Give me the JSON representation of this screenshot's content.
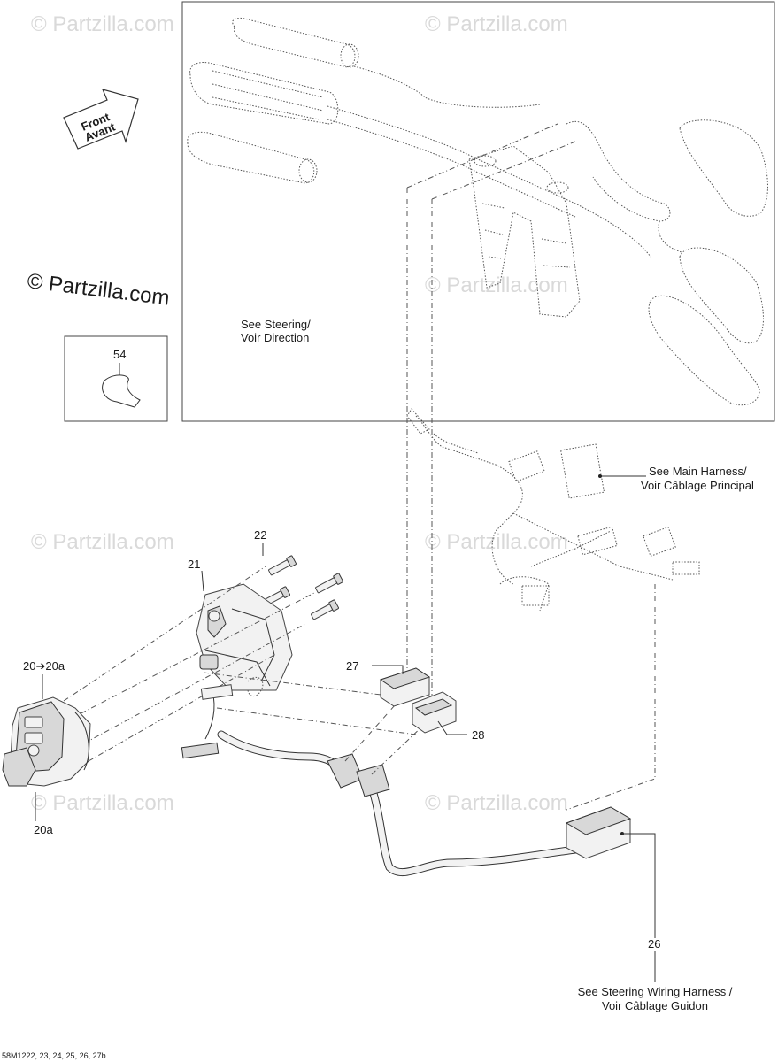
{
  "watermark": "© Partzilla.com",
  "front_arrow": {
    "line1": "Front",
    "line2": "Avant"
  },
  "notes": {
    "steering": [
      "See Steering/",
      "Voir Direction"
    ],
    "main_harness": [
      "See Main Harness/",
      "Voir Câblage Principal"
    ],
    "steering_wiring": [
      "See Steering Wiring Harness /",
      "Voir Câblage Guidon"
    ]
  },
  "callouts": {
    "c54": "54",
    "c22": "22",
    "c21": "21",
    "c20": "20➔20a",
    "c20a": "20a",
    "c27": "27",
    "c28": "28",
    "c26": "26"
  },
  "diagram_ref": "58M1222, 23, 24, 25, 26, 27b"
}
